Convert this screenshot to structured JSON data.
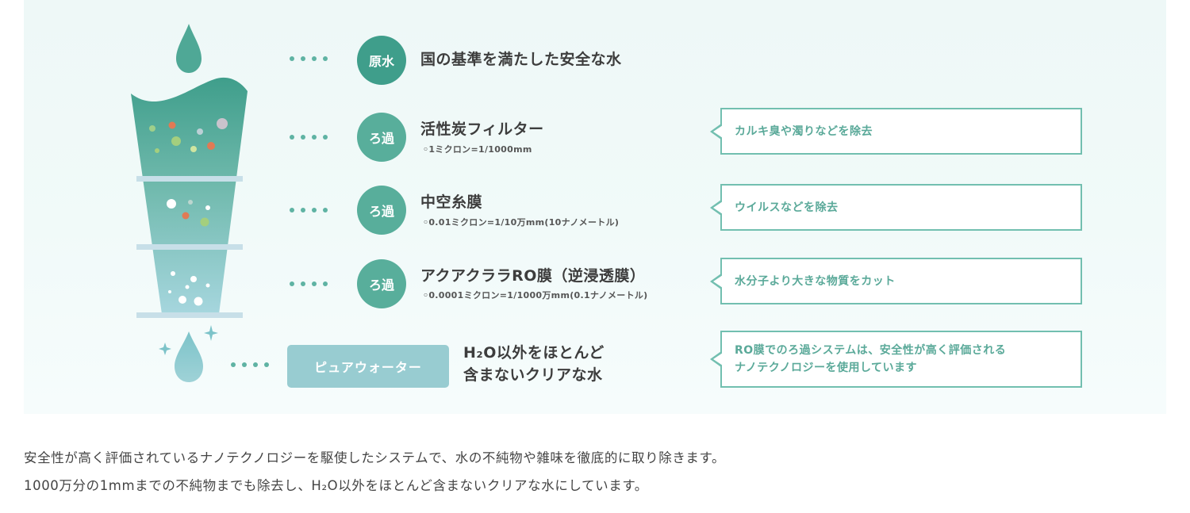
{
  "colors": {
    "accent": "#3f9e8b",
    "accent_light": "#72bfb0",
    "pure": "#98ccd1",
    "panel_bg": "#eef8f7"
  },
  "steps": [
    {
      "badge": "原水",
      "title": "国の基準を満たした安全な水",
      "sub": ""
    },
    {
      "badge": "ろ過",
      "title": "活性炭フィルター",
      "sub": "◦1ミクロン=1/1000mm"
    },
    {
      "badge": "ろ過",
      "title": "中空糸膜",
      "sub": "◦0.01ミクロン=1/10万mm(10ナノメートル)"
    },
    {
      "badge": "ろ過",
      "title": "アクアクララRO膜（逆浸透膜）",
      "sub": "◦0.0001ミクロン=1/1000万mm(0.1ナノメートル)"
    }
  ],
  "pure_water": {
    "label": "ピュアウォーター",
    "line1": "H₂O以外をほとんど",
    "line2": "含まないクリアな水"
  },
  "callouts": [
    {
      "lines": [
        "カルキ臭や濁りなどを除去"
      ]
    },
    {
      "lines": [
        "ウイルスなどを除去"
      ]
    },
    {
      "lines": [
        "水分子より大きな物質をカット"
      ]
    },
    {
      "lines": [
        "RO膜でのろ過システムは、安全性が高く評価される",
        "ナノテクノロジーを使用しています"
      ]
    }
  ],
  "description": [
    "安全性が高く評価されているナノテクノロジーを駆使したシステムで、水の不純物や雑味を徹底的に取り除きます。",
    "1000万分の1mmまでの不純物までも除去し、H₂O以外をほとんど含まないクリアな水にしています。"
  ],
  "icons": {
    "top_drop": "water-drop-icon",
    "bottom_drop": "water-drop-icon",
    "sparkle": "sparkle-icon"
  }
}
